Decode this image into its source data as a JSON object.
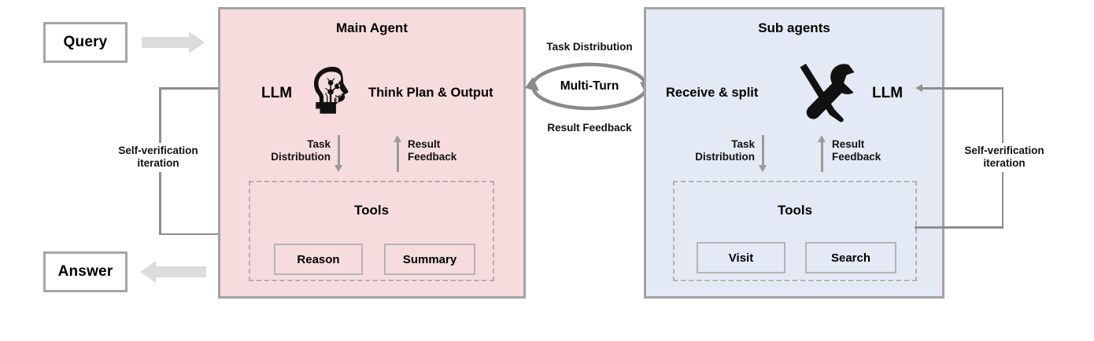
{
  "diagram": {
    "title": "Main Agent / Sub agents multi-turn tool-use architecture",
    "colors": {
      "main_panel_fill": "#f7dcdd",
      "sub_panel_fill": "#e4eaf5",
      "panel_border": "#a3a3a3",
      "block_arrow": "#dcdcdc",
      "connector": "#8e8e8e",
      "dashed_border": "#b0b0b0",
      "text": "#000000"
    }
  },
  "io": {
    "query_label": "Query",
    "answer_label": "Answer"
  },
  "left_loop": {
    "label_line1": "Self-verification",
    "label_line2": "iteration"
  },
  "right_loop": {
    "label_line1": "Self-verification",
    "label_line2": "iteration"
  },
  "main_agent": {
    "title": "Main Agent",
    "llm_label": "LLM",
    "icon": "brain-head-icon",
    "role_label": "Think Plan & Output",
    "task_distribution_line1": "Task",
    "task_distribution_line2": "Distribution",
    "result_feedback_line1": "Result",
    "result_feedback_line2": "Feedback",
    "tools": {
      "title": "Tools",
      "items": [
        {
          "label": "Reason"
        },
        {
          "label": "Summary"
        }
      ]
    }
  },
  "center": {
    "top_label": "Task Distribution",
    "cycle_label": "Multi-Turn",
    "bottom_label": "Result Feedback",
    "icon": "cycle-loop-icon"
  },
  "sub_agents": {
    "title": "Sub agents",
    "role_label": "Receive & split",
    "icon": "wrench-screwdriver-icon",
    "llm_label": "LLM",
    "task_distribution_line1": "Task",
    "task_distribution_line2": "Distribution",
    "result_feedback_line1": "Result",
    "result_feedback_line2": "Feedback",
    "tools": {
      "title": "Tools",
      "items": [
        {
          "label": "Visit"
        },
        {
          "label": "Search"
        }
      ]
    }
  }
}
